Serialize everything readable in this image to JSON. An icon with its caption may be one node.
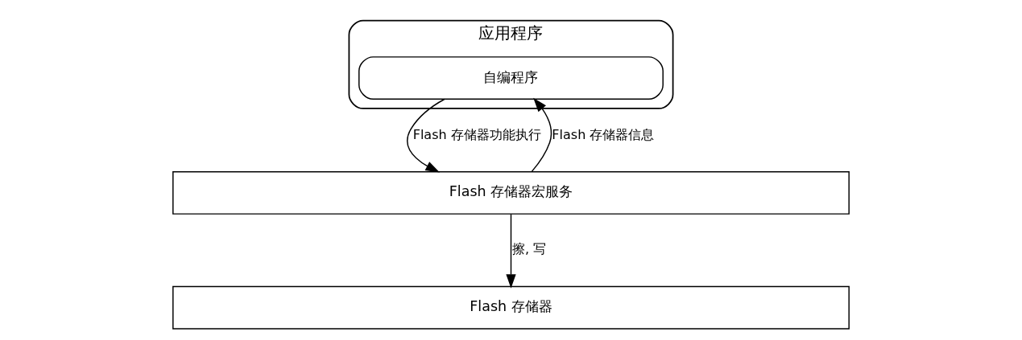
{
  "diagram": {
    "nodes": [
      {
        "text": [
          "应用程序"
        ]
      },
      {
        "text": [
          "自编程序"
        ],
        "in": 0
      },
      {
        "text": [
          "Flash 存储器宏服务"
        ]
      },
      {
        "text": [
          "Flash 存储器"
        ]
      }
    ],
    "edges": [
      {
        "from": 1,
        "to": 2,
        "arrow": "to",
        "label": "Flash 存储器功能执行"
      },
      {
        "from": 2,
        "to": 1,
        "arrow": "to",
        "label": "Flash 存储器信息"
      },
      {
        "from": 2,
        "to": 3,
        "arrow": "to",
        "label": "擦, 写"
      }
    ]
  }
}
